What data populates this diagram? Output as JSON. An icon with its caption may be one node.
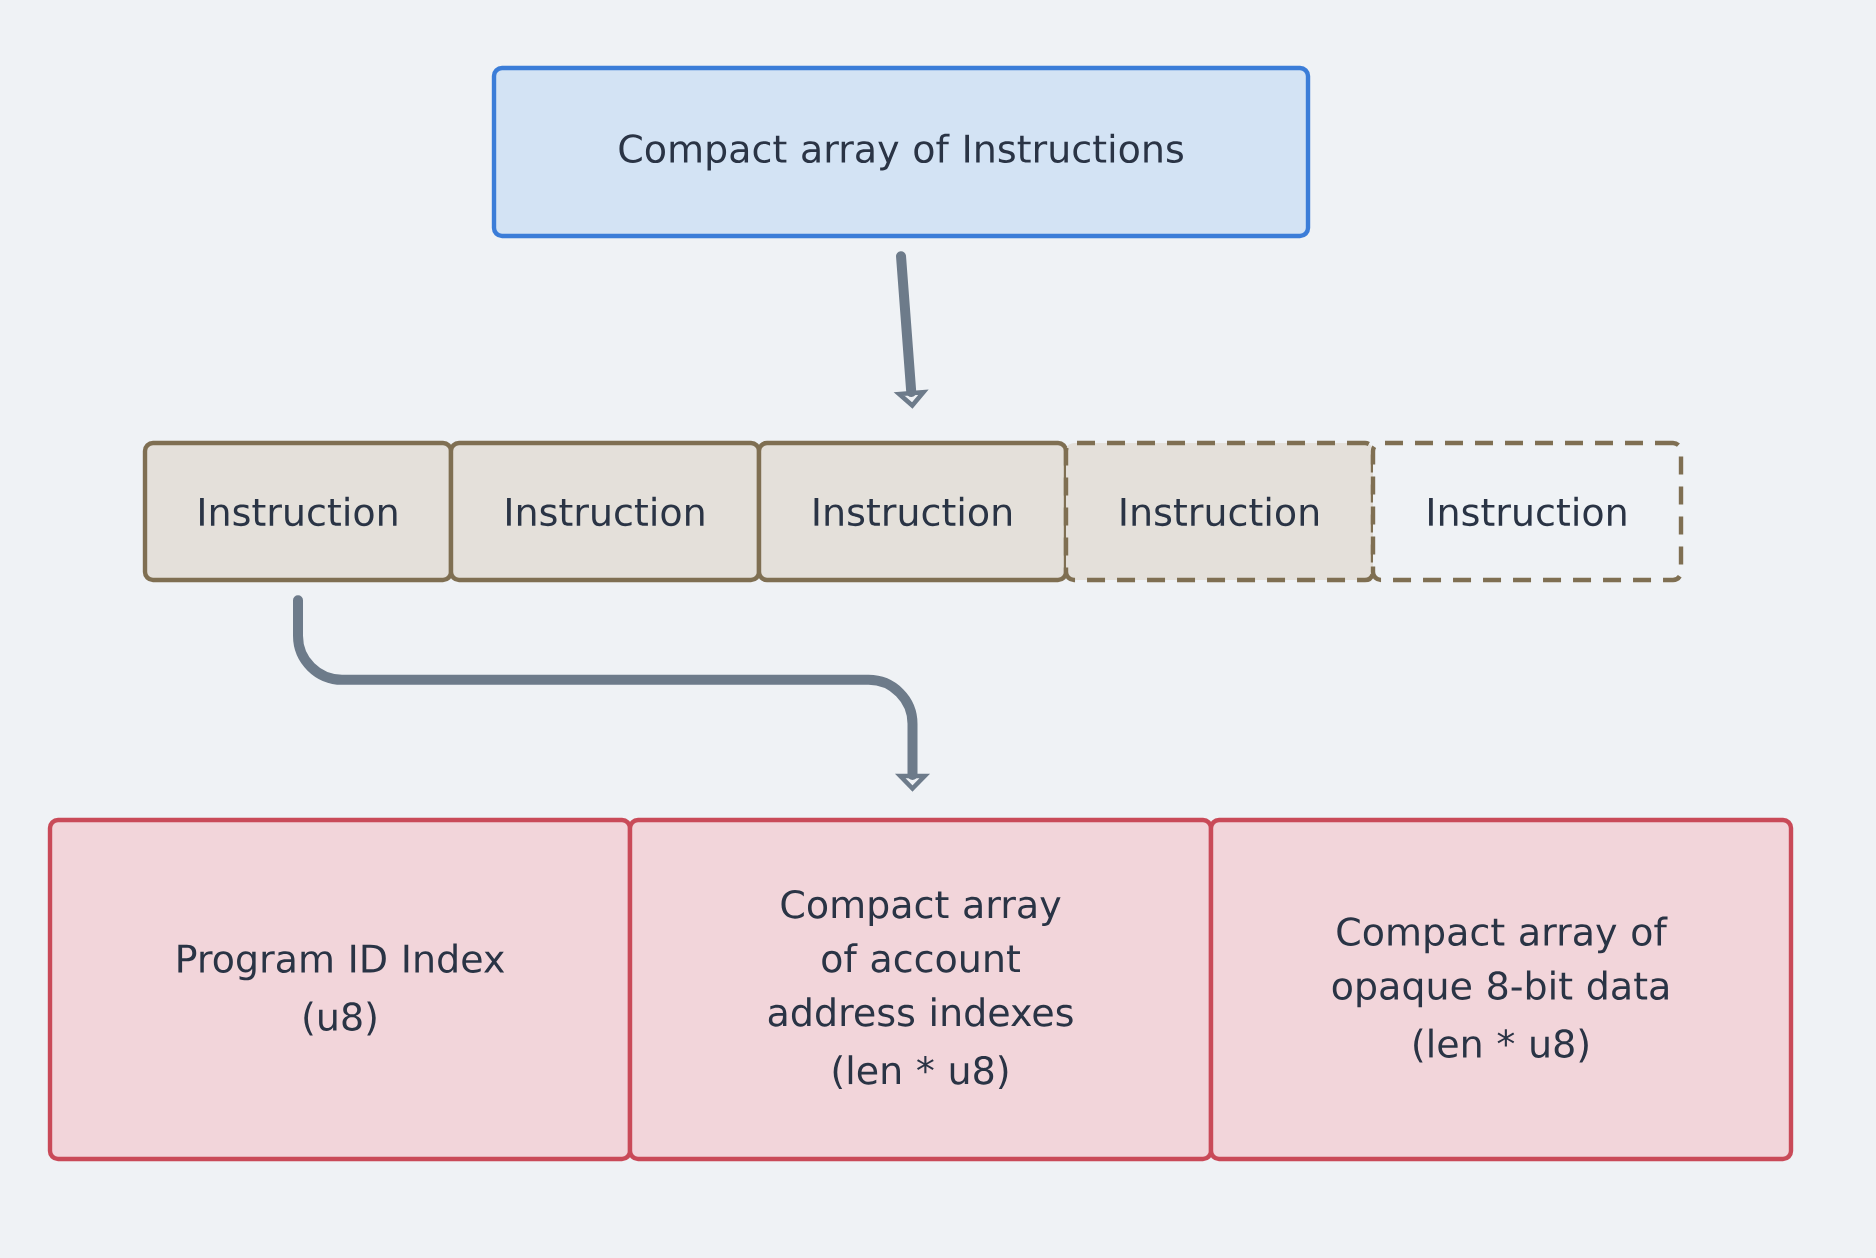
{
  "diagram": {
    "nodes": [
      {
        "text": [
          "Compact array of Instructions"
        ]
      },
      {
        "text": [
          "Instruction"
        ]
      },
      {
        "text": [
          "Instruction"
        ]
      },
      {
        "text": [
          "Instruction"
        ]
      },
      {
        "text": [
          "Instruction"
        ]
      },
      {
        "text": [
          "Instruction"
        ]
      },
      {
        "text": [
          "Program ID Index",
          "(u8)"
        ]
      },
      {
        "text": [
          "Compact array of account address indexes",
          "(len * u8)"
        ]
      },
      {
        "text": [
          "Compact array of opaque 8-bit data",
          "(len * u8)"
        ]
      }
    ],
    "edges": [
      {
        "from": 0,
        "to": 3,
        "arrow": "to"
      },
      {
        "from": 1,
        "to": 7,
        "arrow": "to"
      }
    ]
  }
}
